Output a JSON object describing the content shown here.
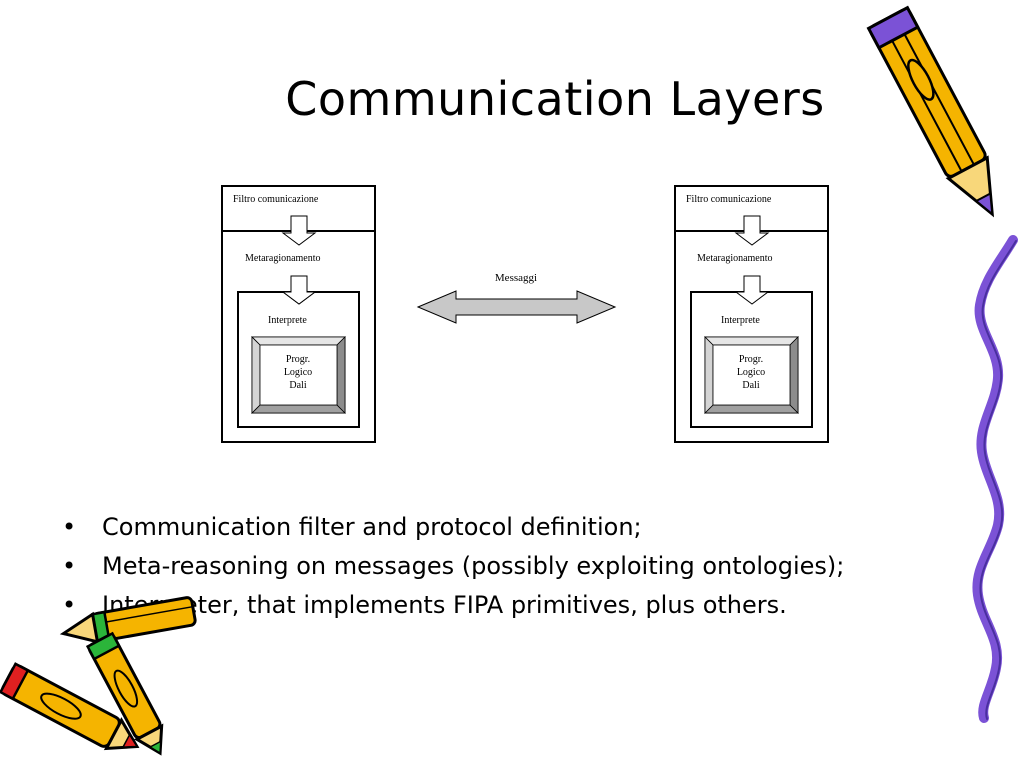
{
  "slide": {
    "title": "Communication Layers"
  },
  "diagram": {
    "message_label": "Messaggi",
    "agents": [
      {
        "filter_label": "Filtro comunicazione",
        "meta_label": "Metaragionamento",
        "interpreter_label": "Interprete",
        "program_lines": [
          "Progr.",
          "Logico",
          "Dali"
        ]
      },
      {
        "filter_label": "Filtro comunicazione",
        "meta_label": "Metaragionamento",
        "interpreter_label": "Interprete",
        "program_lines": [
          "Progr.",
          "Logico",
          "Dali"
        ]
      }
    ]
  },
  "bullets": {
    "marker": "•",
    "items": [
      "Communication filter and protocol definition;",
      "Meta-reasoning on messages (possibly exploiting ontologies);",
      "Interpreter, that implements FIPA primitives, plus others."
    ]
  },
  "decoration": {
    "pencil_body_color": "#f5b400",
    "pencil_outline_color": "#000000",
    "pencil_tip_color": "#7b52d6",
    "ribbon_color": "#7b52d6",
    "lower_pencil_tips": [
      "#2bb53a",
      "#e02020"
    ]
  }
}
